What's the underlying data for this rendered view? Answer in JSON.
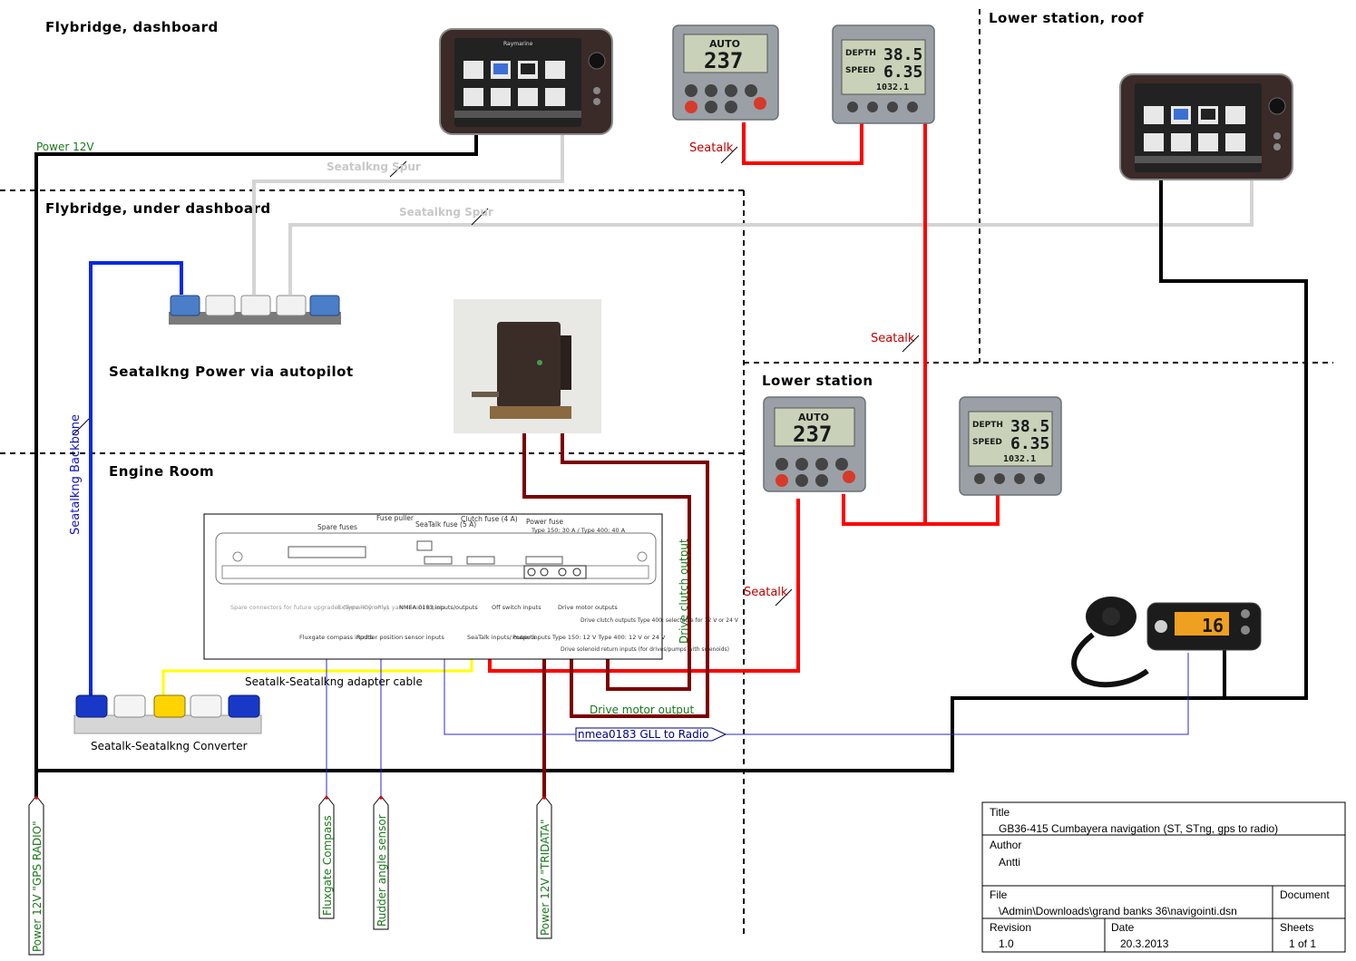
{
  "zones": {
    "flybridge_dashboard": "Flybridge, dashboard",
    "flybridge_under": "Flybridge, under dashboard",
    "engine_room": "Engine Room",
    "lower_station_roof": "Lower station, roof",
    "lower_station": "Lower station"
  },
  "nets": {
    "power_12v": "Power 12V",
    "seatalkng_spur_1": "Seatalkng Spur",
    "seatalkng_spur_2": "Seatalkng Spur",
    "seatalk_1": "Seatalk",
    "seatalk_2": "Seatalk",
    "seatalk_3": "Seatalk",
    "seatalkng_backbone": "Seatalkng Backbone",
    "seatalkng_power": "Seatalkng Power via autopilot",
    "adapter_cable": "Seatalk-Seatalkng adapter cable",
    "converter": "Seatalk-Seatalkng Converter",
    "drive_clutch": "Drive clutch output",
    "drive_motor": "Drive motor output",
    "nmea_radio": "nmea0183 GLL to Radio"
  },
  "ports": {
    "gps_radio": "Power 12V \"GPS RADIO\"",
    "fluxgate": "Fluxgate Compass",
    "rudder": "Rudder angle sensor",
    "tridata": "Power 12V \"TRIDATA\""
  },
  "devices": {
    "mfd_brand": "Raymarine",
    "autopilot_mode": "AUTO",
    "autopilot_heading": "237",
    "tridata_depth_label": "DEPTH",
    "tridata_depth": "38.5",
    "tridata_speed_label": "SPEED",
    "tridata_speed": "6.35",
    "tridata_log": "1032.1",
    "radio_channel": "16"
  },
  "ecu": {
    "spare_fuses": "Spare fuses",
    "fuse_puller": "Fuse puller",
    "seatalk_fuse": "SeaTalk fuse (5 A)",
    "clutch_fuse": "Clutch fuse (4 A)",
    "power_fuse": "Power fuse",
    "power_fuse_types": "Type 150: 30 A / Type 400: 40 A",
    "spare_connectors": "Spare connectors for future upgrades (Type 400 only)",
    "fluxgate_inputs": "Fluxgate compass inputs",
    "gyroplus": "External GyroPlus yaw sensor inputs",
    "rudder_inputs": "Rudder position sensor inputs",
    "nmea_io": "NMEA 0183 inputs/outputs",
    "seatalk_io": "SeaTalk inputs/ outputs",
    "off_switch": "Off switch inputs",
    "power_inputs": "Power inputs Type 150: 12 V Type 400: 12 V or 24 V",
    "drive_motor_out": "Drive motor outputs",
    "drive_solenoid": "Drive solenoid return inputs (for drives/pumps with solenoids)",
    "drive_clutch_out": "Drive clutch outputs Type 400: selectable for 12 V or 24 V"
  },
  "title_block": {
    "title_label": "Title",
    "title_value": "GB36-415 Cumbayera navigation (ST, STng, gps to radio)",
    "author_label": "Author",
    "author_value": "Antti",
    "file_label": "File",
    "file_value": "\\Admin\\Downloads\\grand banks 36\\navigointi.dsn",
    "document_label": "Document",
    "document_value": "",
    "revision_label": "Revision",
    "revision_value": "1.0",
    "date_label": "Date",
    "date_value": "20.3.2013",
    "sheets_label": "Sheets",
    "sheets_value": "1 of 1"
  }
}
